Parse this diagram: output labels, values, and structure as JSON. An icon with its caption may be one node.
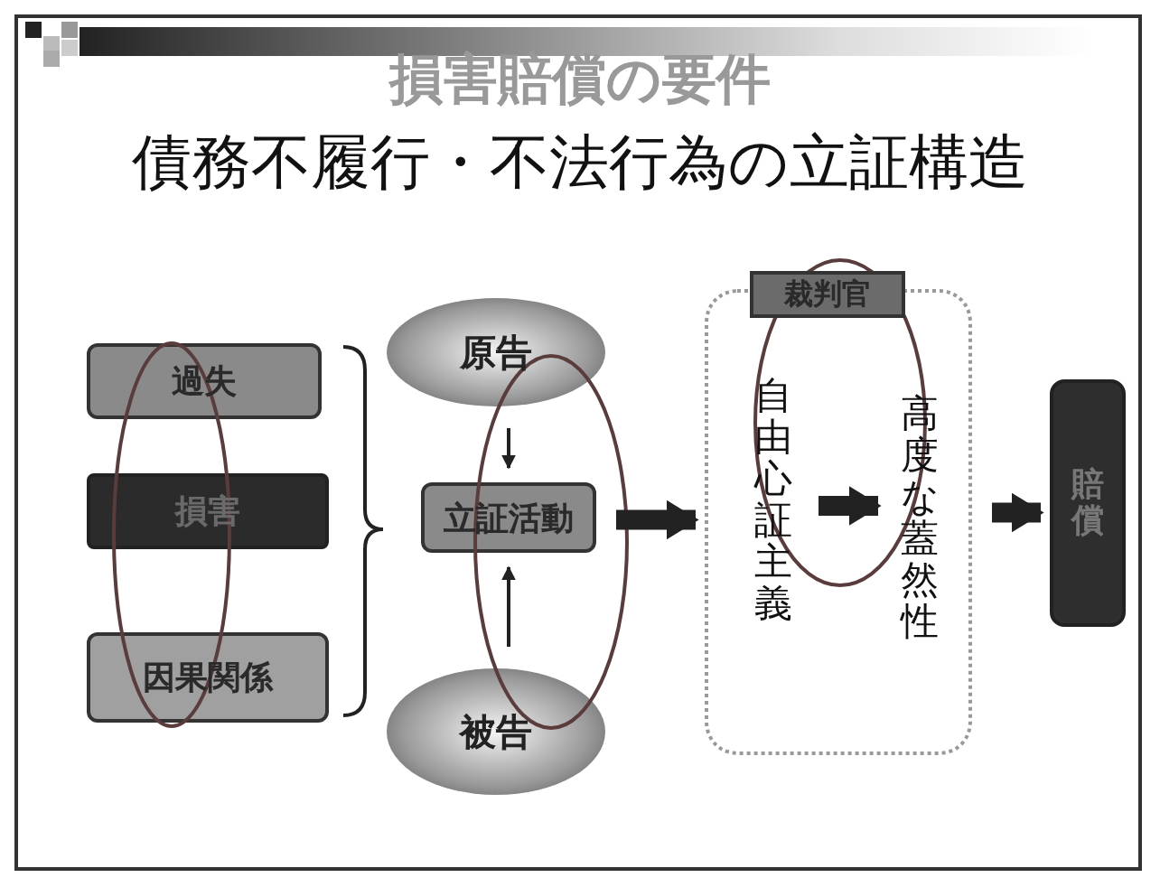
{
  "diagram": {
    "title": "損害賠償の要件",
    "caption": "債務不履行・不法行為の立証構造",
    "nodes": [
      {
        "text": [
          "過失"
        ]
      },
      {
        "text": [
          "損害"
        ]
      },
      {
        "text": [
          "因果関係"
        ]
      },
      {
        "text": [
          "原告"
        ]
      },
      {
        "text": [
          "立証活動"
        ]
      },
      {
        "text": [
          "被告"
        ]
      },
      {
        "text": [],
        "shape": "box"
      },
      {
        "text": [
          "裁判官"
        ]
      },
      {
        "text": [
          "自由心証主義"
        ],
        "in": 6
      },
      {
        "text": [
          "高度な蓋然性"
        ],
        "in": 6
      },
      {
        "text": [
          "賠償"
        ]
      }
    ],
    "edges": [
      {
        "from": 3,
        "to": 4,
        "arrow": "to"
      },
      {
        "from": 5,
        "to": 4,
        "arrow": "to"
      },
      {
        "from": 4,
        "to": 6,
        "arrow": "to"
      },
      {
        "from": 8,
        "to": 9,
        "arrow": "to"
      },
      {
        "from": 6,
        "to": 10,
        "arrow": "to"
      }
    ]
  }
}
